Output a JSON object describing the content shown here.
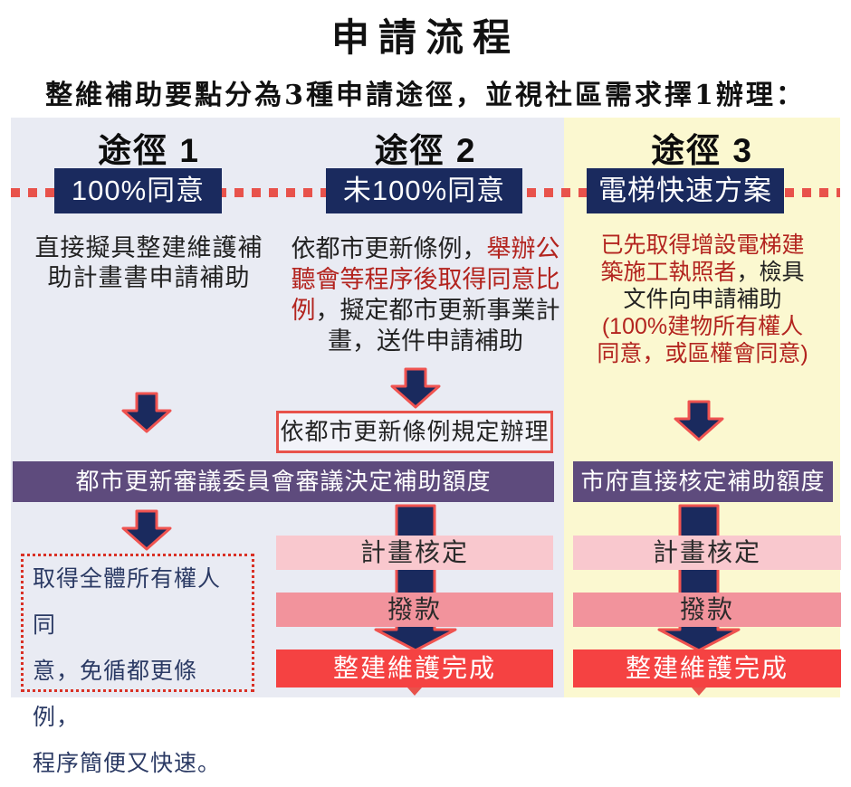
{
  "title": "申請流程",
  "subtitle": "整維補助要點分為3種申請途徑，並視社區需求擇1辦理：",
  "colors": {
    "panel_bg": "#e9ebf3",
    "path3_bg": "#fbf8d0",
    "navy": "#1a2a5e",
    "accent_red": "#e8524b",
    "purple_bar": "#5e4b7d",
    "pink_light": "#f9c8ce",
    "pink_mid": "#f2939c",
    "red_bar": "#f54242",
    "red_text": "#b3241f",
    "note_text": "#2b3a64"
  },
  "paths": {
    "path1": {
      "label": "途徑 1",
      "tag": "100%同意",
      "body_line1": "直接擬具整建維護補",
      "body_line2": "助計畫書申請補助",
      "note_line1": "取得全體所有權人同",
      "note_line2": "意，免循都更條例，",
      "note_line3": "程序簡便又快速。"
    },
    "path2": {
      "label": "途徑 2",
      "tag": "未100%同意",
      "body": {
        "l1_black": "依都市更新條例，",
        "l1_red": "舉辦公",
        "l2_red": "聽會等程序後取得同意比",
        "l3_red": "例",
        "l3_black": "，擬定都市更新事業計",
        "l4_black": "畫，送件申請補助"
      },
      "review_box": "依都市更新條例規定辦理"
    },
    "path3": {
      "label": "途徑 3",
      "tag": "電梯快速方案",
      "body": {
        "l1_red": "已先取得增設電梯建",
        "l2_red": "築施工執照者",
        "l2_black": "，檢具",
        "l3_black": "文件向申請補助",
        "l4_red": "(100%建物所有權人",
        "l5_red": "同意，或區權會同意)"
      }
    }
  },
  "bars": {
    "committee_review": "都市更新審議委員會審議決定補助額度",
    "city_direct": "市府直接核定補助額度",
    "plan_approval": "計畫核定",
    "disbursement": "撥款",
    "completion": "整建維護完成"
  }
}
